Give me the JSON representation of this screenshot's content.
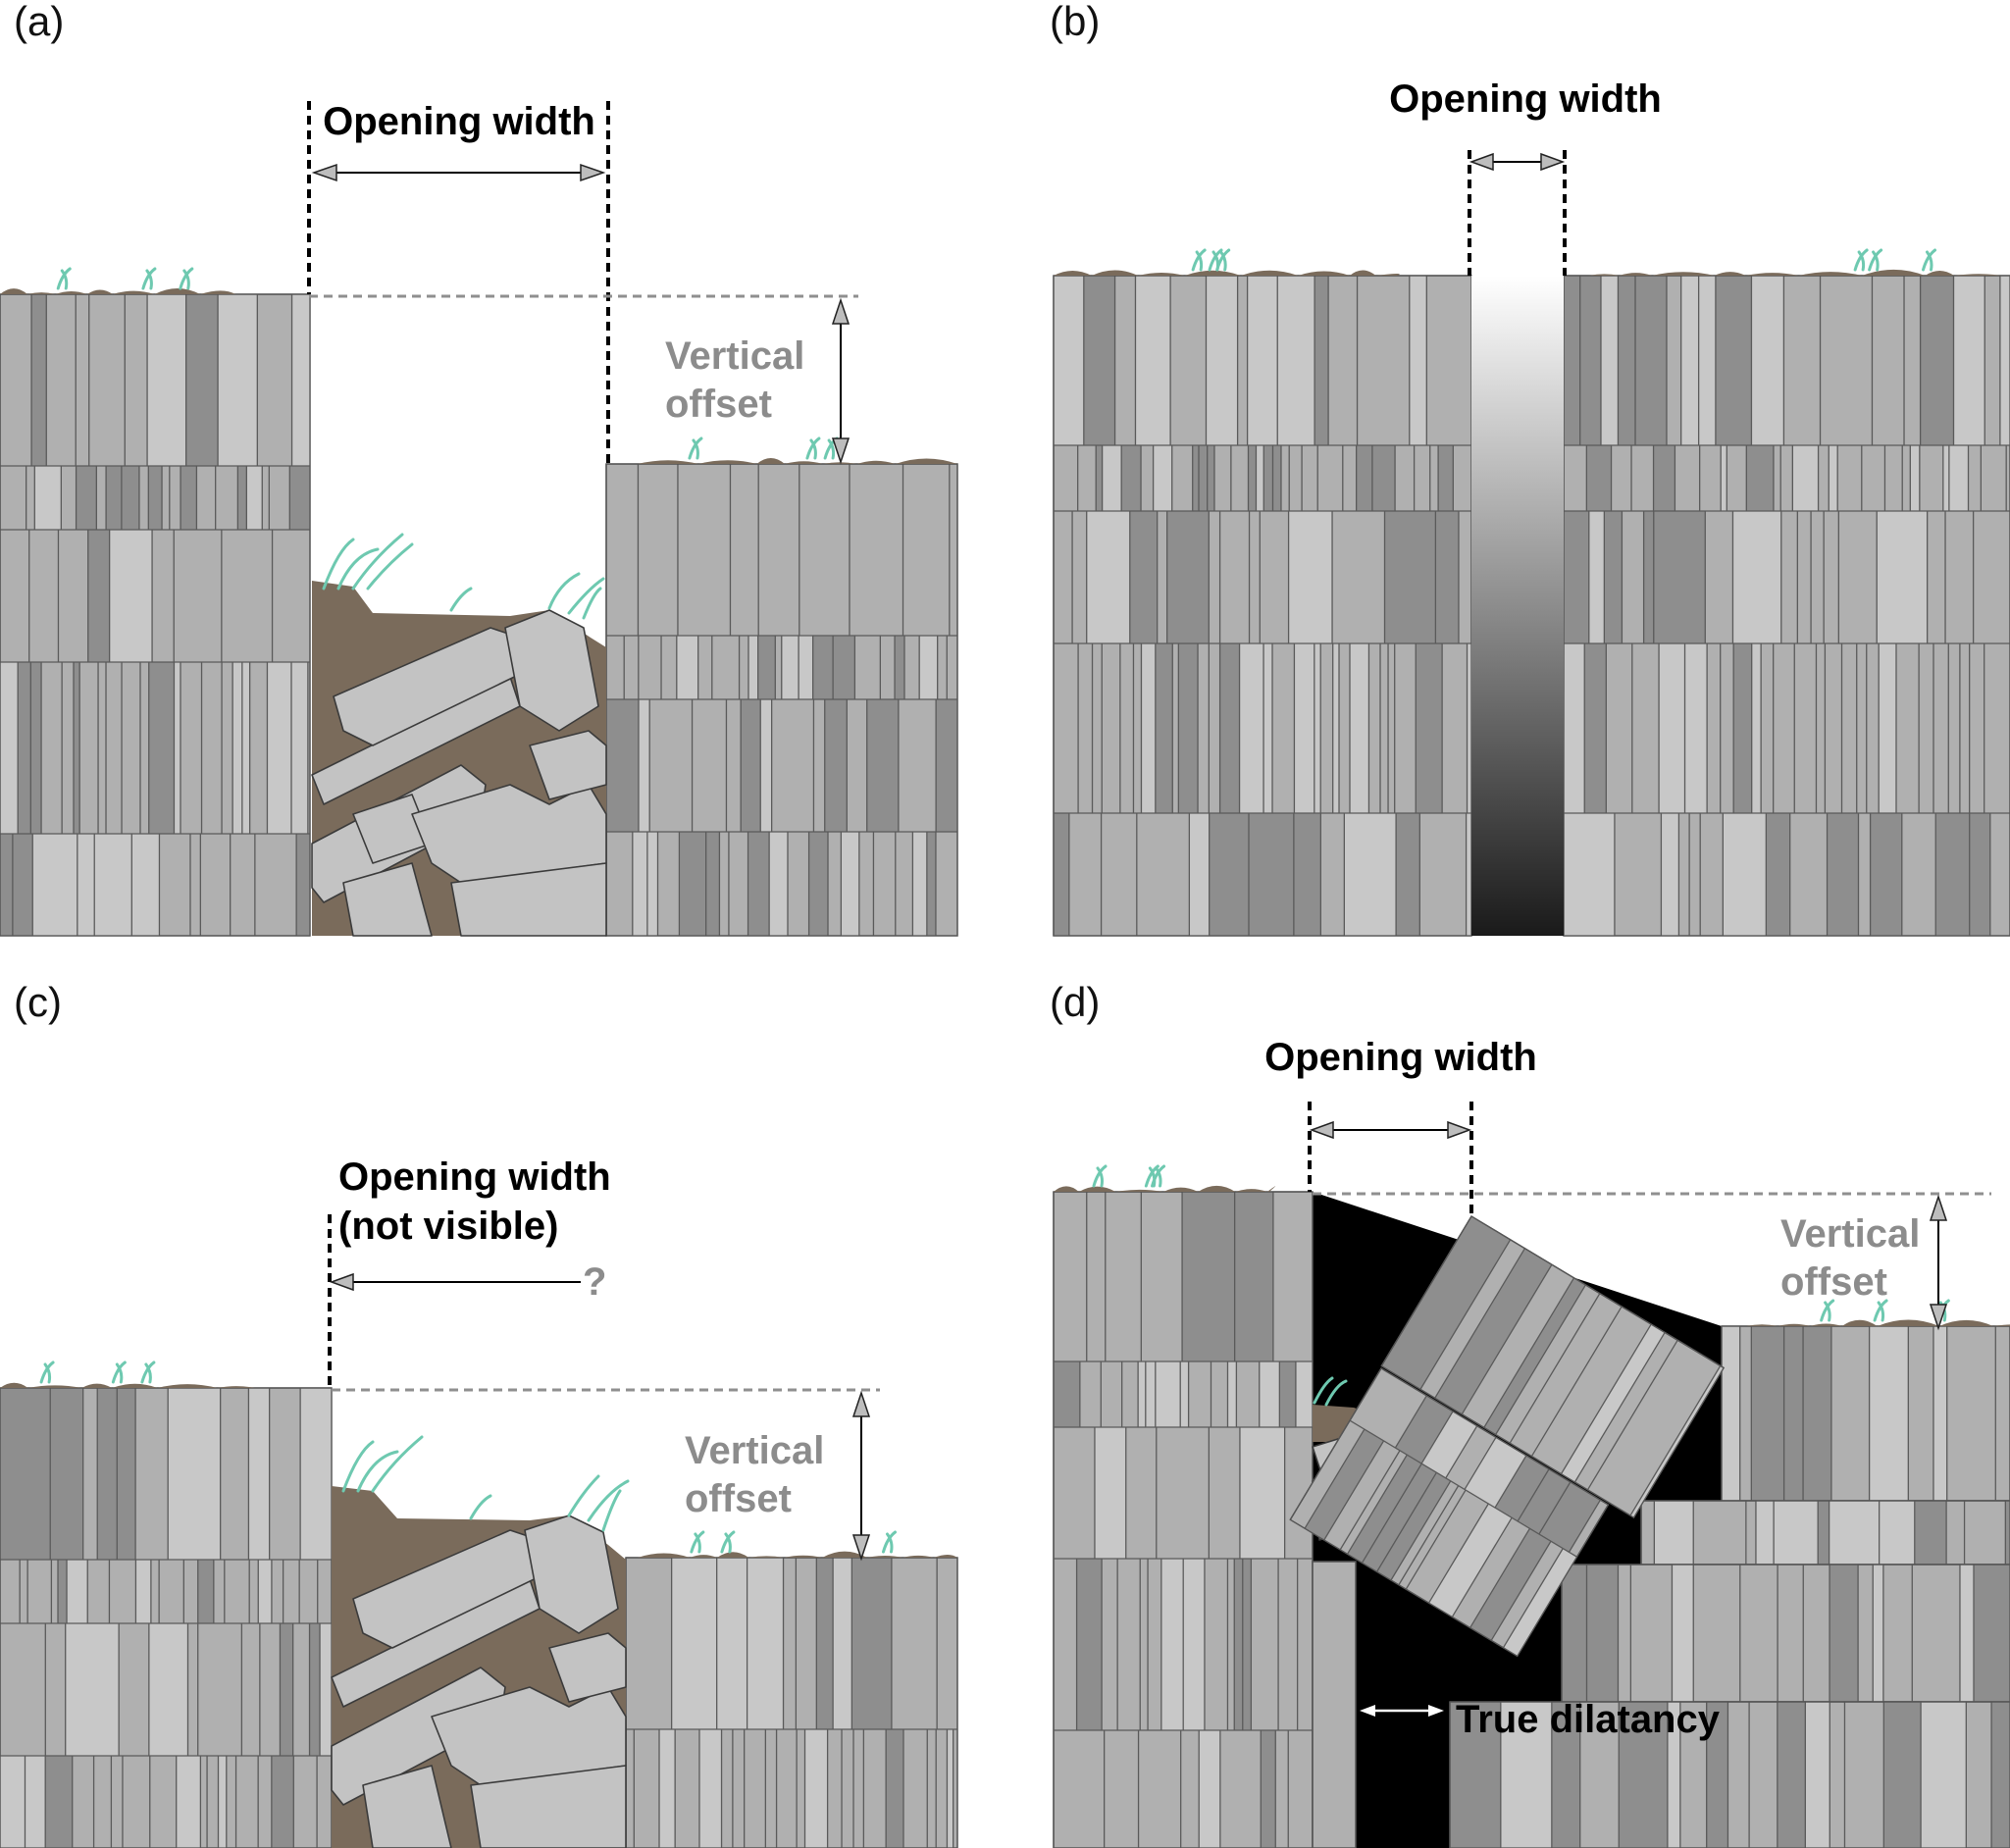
{
  "panels": [
    {
      "id": "a",
      "label": "(a)",
      "texts": [
        "Opening width",
        "Vertical",
        "offset"
      ]
    },
    {
      "id": "b",
      "label": "(b)",
      "texts": [
        "Opening width"
      ]
    },
    {
      "id": "c",
      "label": "(c)",
      "texts": [
        "Opening width",
        "(not visible)",
        "?",
        "Vertical",
        "offset"
      ]
    },
    {
      "id": "d",
      "label": "(d)",
      "texts": [
        "Opening width",
        "Vertical",
        "offset",
        "True dilatancy"
      ]
    }
  ],
  "colors": {
    "rock_base": "#b0b0b0",
    "rock_light": "#c8c8c8",
    "rock_dark": "#8e8e8e",
    "soil": "#7a6b5b",
    "grass": "#6ec9b0",
    "dimension_black": "#000000",
    "dimension_grey": "#8f8f8f",
    "void": "#000000"
  }
}
